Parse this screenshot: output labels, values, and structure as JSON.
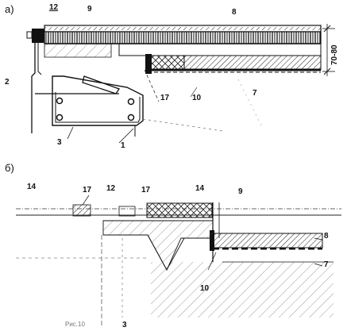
{
  "panel_a": {
    "letter": "а)",
    "callouts": {
      "c12": "12",
      "c9": "9",
      "c8": "8",
      "c2": "2",
      "c17": "17",
      "c10": "10",
      "c7": "7",
      "c3": "3",
      "c1": "1"
    },
    "dimension": "70-80"
  },
  "panel_b": {
    "letter": "б)",
    "callouts": {
      "c14a": "14",
      "c17a": "17",
      "c12": "12",
      "c17b": "17",
      "c14b": "14",
      "c9": "9",
      "c8": "8",
      "c7": "7",
      "c10": "10",
      "c3": "3"
    }
  },
  "caption_fragment": "Рис.10"
}
